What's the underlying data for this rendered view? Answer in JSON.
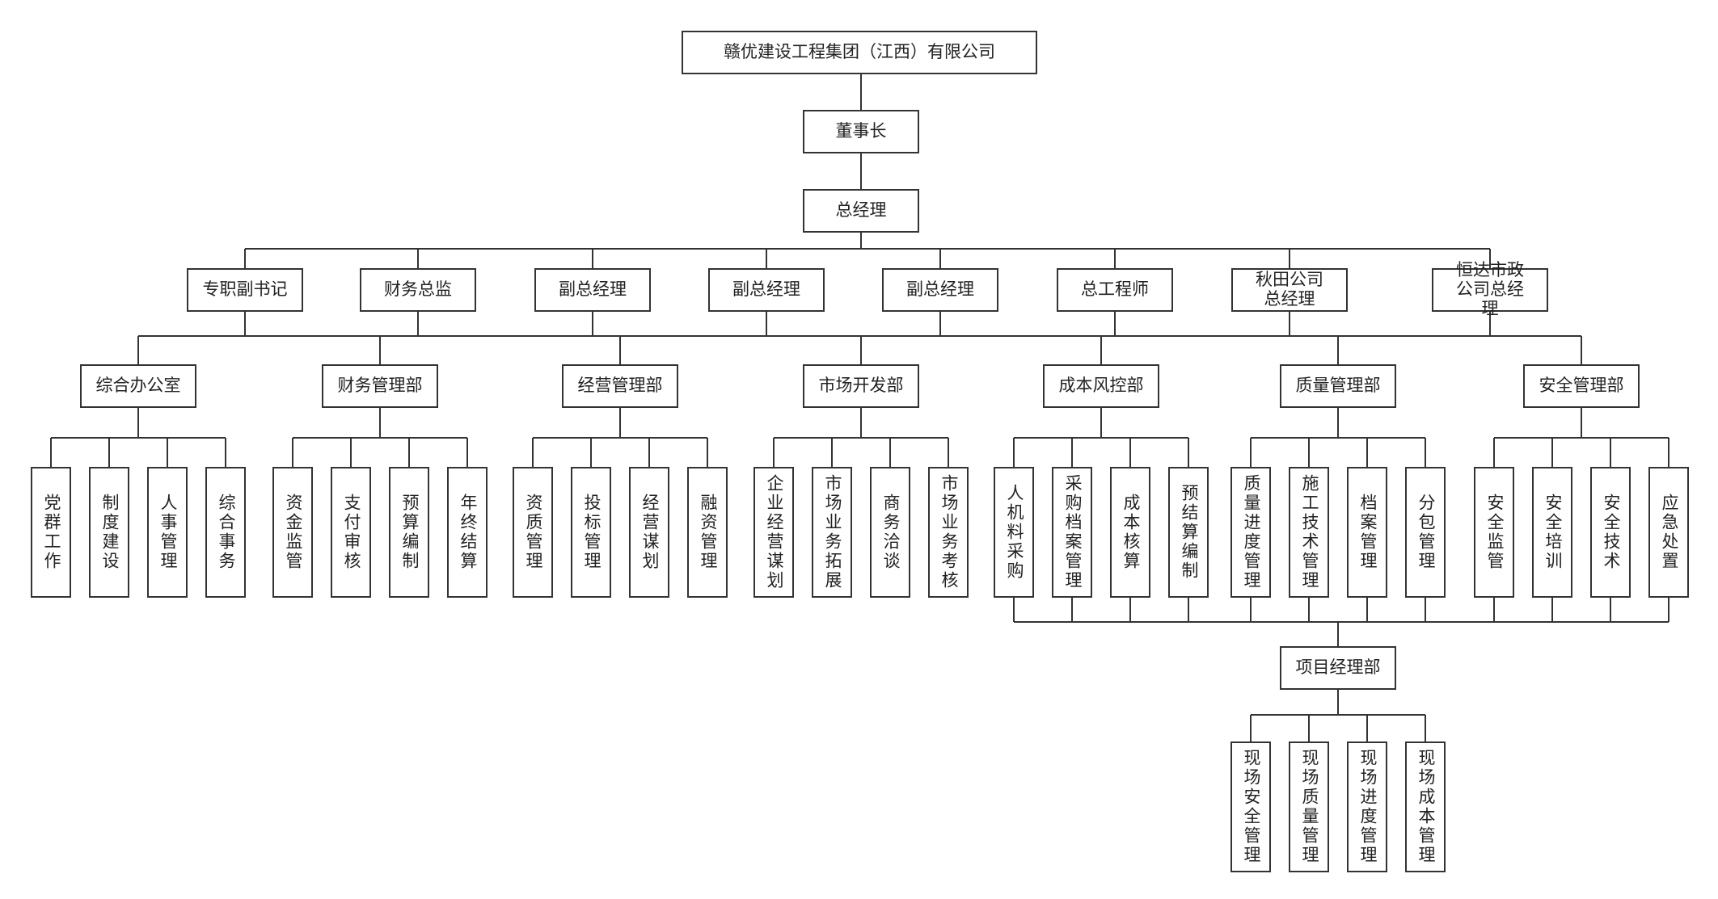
{
  "company": "赣优建设工程集团（江西）有限公司",
  "chairman": "董事长",
  "general_manager": "总经理",
  "executives": [
    "专职副书记",
    "财务总监",
    "副总经理",
    "副总经理",
    "副总经理",
    "总工程师",
    "秋田公司总经理",
    "恒达市政公司总经理"
  ],
  "departments": [
    {
      "name": "综合办公室",
      "units": [
        "党群工作",
        "制度建设",
        "人事管理",
        "综合事务"
      ]
    },
    {
      "name": "财务管理部",
      "units": [
        "资金监管",
        "支付审核",
        "预算编制",
        "年终结算"
      ]
    },
    {
      "name": "经营管理部",
      "units": [
        "资质管理",
        "投标管理",
        "经营谋划",
        "融资管理"
      ]
    },
    {
      "name": "市场开发部",
      "units": [
        "企业经营谋划",
        "市场业务拓展",
        "商务洽谈",
        "市场业务考核"
      ]
    },
    {
      "name": "成本风控部",
      "units": [
        "人机料采购",
        "采购档案管理",
        "成本核算",
        "预结算编制"
      ]
    },
    {
      "name": "质量管理部",
      "units": [
        "质量进度管理",
        "施工技术管理",
        "档案管理",
        "分包管理"
      ]
    },
    {
      "name": "安全管理部",
      "units": [
        "安全监管",
        "安全培训",
        "安全技术",
        "应急处置"
      ]
    }
  ],
  "project_dept": "项目经理部",
  "project_units": [
    "现场安全管理",
    "现场质量管理",
    "现场进度管理",
    "现场成本管理"
  ]
}
